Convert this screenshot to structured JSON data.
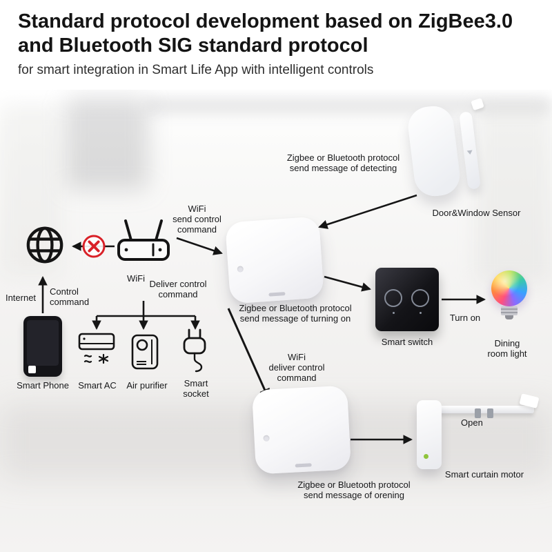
{
  "header": {
    "title_line1": "Standard protocol development based on ZigBee3.0",
    "title_line2": "and Bluetooth SIG standard protocol",
    "subtitle": "for smart integration in Smart Life App with intelligent controls"
  },
  "diagram": {
    "annotations": {
      "detecting": "Zigbee or Bluetooth protocol\nsend message of detecting",
      "wifi_send": "WiFi\nsend control\ncommand",
      "deliver": "Deliver control\ncommand",
      "control": "Control\ncommand",
      "turning_on": "Zigbee or Bluetooth protocol\nsend message of turning on",
      "turn_on": "Turn on",
      "wifi_deliver": "WiFi\ndeliver control\ncommand",
      "opening": "Zigbee or Bluetooth protocol\nsend message of orening",
      "open": "Open"
    },
    "devices": {
      "internet": "Internet",
      "wifi_router": "WiFi",
      "door_sensor": "Door&Window Sensor",
      "smart_switch": "Smart switch",
      "dining_light": "Dining\nroom light",
      "smart_phone": "Smart Phone",
      "smart_ac": "Smart AC",
      "air_purifier": "Air purifier",
      "smart_socket": "Smart\nsocket",
      "curtain_motor": "Smart curtain motor"
    },
    "colors": {
      "arrow": "#151515",
      "blocked_red": "#d92128"
    }
  }
}
